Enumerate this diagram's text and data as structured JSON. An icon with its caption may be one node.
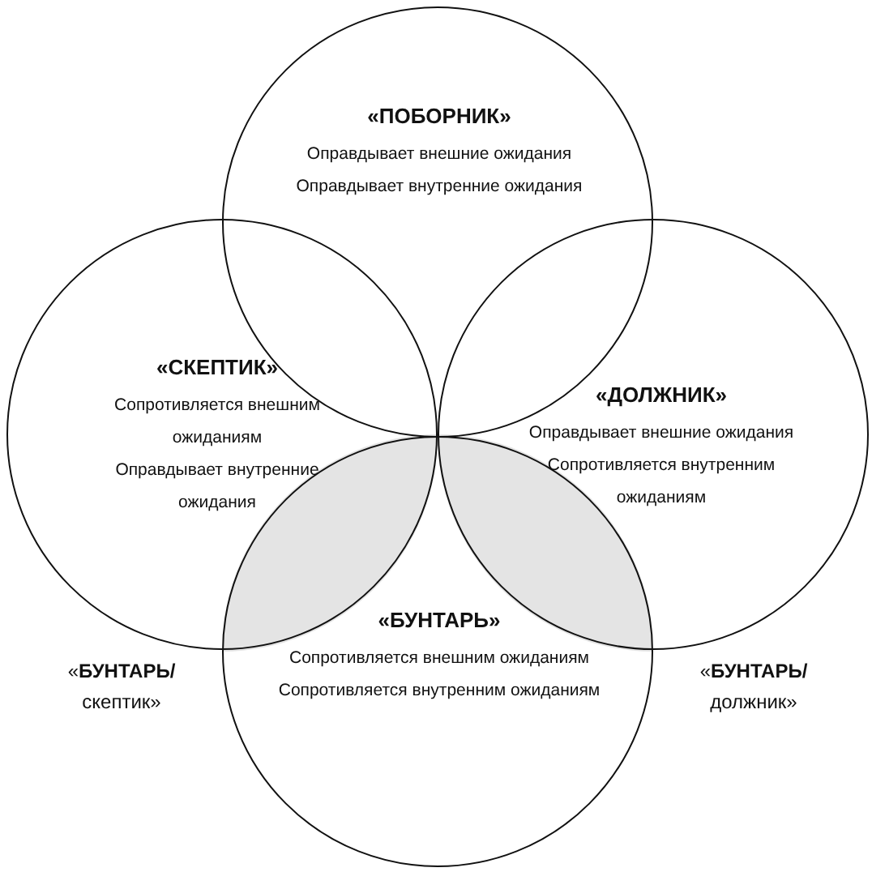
{
  "diagram": {
    "nodes": [
      {
        "text": [
          "«ПОБОРНИК»",
          "Оправдывает внешние ожидания",
          "Оправдывает внутренние ожидания"
        ]
      },
      {
        "text": [
          "«СКЕПТИК»",
          "Сопротивляется внешним ожиданиям",
          "Оправдывает внутренние ожидания"
        ]
      },
      {
        "text": [
          "«ДОЛЖНИК»",
          "Оправдывает внешние ожидания",
          "Сопротивляется внутренним ожиданиям"
        ]
      },
      {
        "text": [
          "«БУНТАРЬ»",
          "Сопротивляется внешним ожиданиям",
          "Сопротивляется внутренним ожиданиям"
        ]
      },
      {
        "text": [],
        "shape": "lens"
      },
      {
        "text": [],
        "shape": "lens"
      }
    ],
    "labels": [
      "«**БУНТАРЬ/** скептик»",
      "«**БУНТАРЬ/** должник»"
    ]
  }
}
